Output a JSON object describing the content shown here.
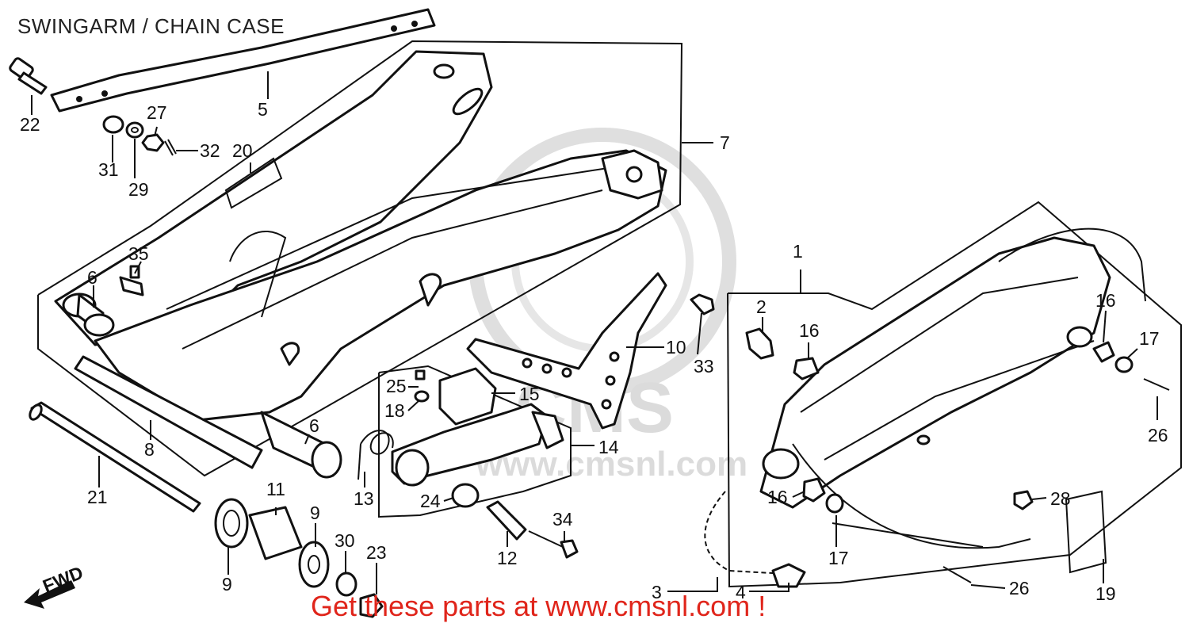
{
  "header": {
    "title": "SWINGARM / CHAIN CASE"
  },
  "footer": {
    "cta": "Get these parts at www.cmsnl.com !"
  },
  "watermark": {
    "logo_text": "CMS",
    "url_text": "www.cmsnl.com"
  },
  "direction_marker": "FWD",
  "colors": {
    "cta": "#e0251b",
    "line": "#111111",
    "watermark": "#d8d8d8"
  },
  "callouts": {
    "c1": "1",
    "c2": "2",
    "c3": "3",
    "c4": "4",
    "c5": "5",
    "c6a": "6",
    "c6b": "6",
    "c7": "7",
    "c8": "8",
    "c9a": "9",
    "c9b": "9",
    "c10": "10",
    "c11": "11",
    "c12": "12",
    "c13": "13",
    "c14": "14",
    "c15": "15",
    "c16a": "16",
    "c16b": "16",
    "c16c": "16",
    "c17a": "17",
    "c17b": "17",
    "c18": "18",
    "c19": "19",
    "c20": "20",
    "c21": "21",
    "c22": "22",
    "c23": "23",
    "c24": "24",
    "c25": "25",
    "c26a": "26",
    "c26b": "26",
    "c27": "27",
    "c28": "28",
    "c29": "29",
    "c30": "30",
    "c31": "31",
    "c32": "32",
    "c33": "33",
    "c34": "34",
    "c35": "35"
  }
}
